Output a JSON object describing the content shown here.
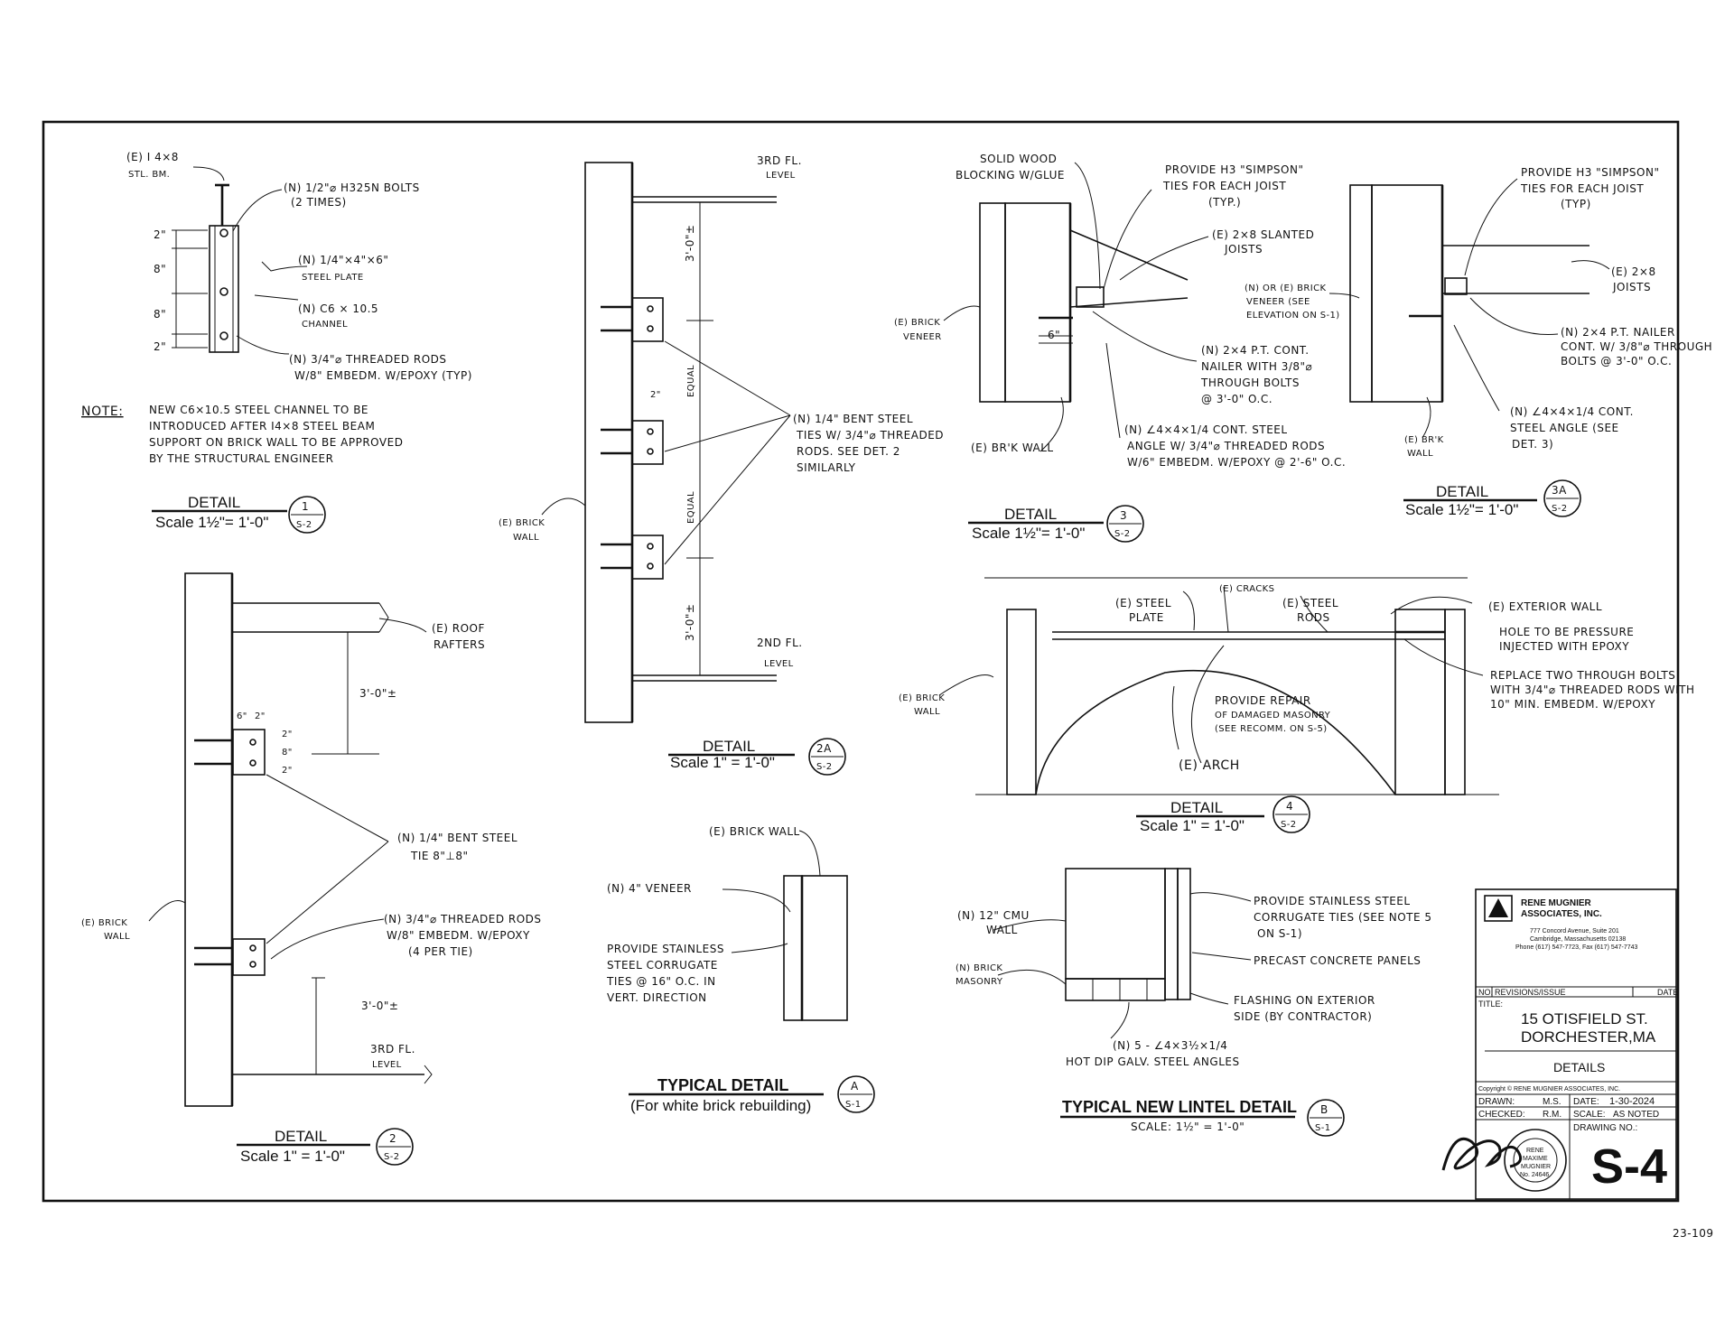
{
  "details": {
    "d1": {
      "callout_i4x8": "(E) I 4×8",
      "callout_i4x8_b": "STL. BM.",
      "callout_bolts": "(N) 1/2\"⌀ H325N BOLTS",
      "callout_bolts_b": "(2 TIMES)",
      "callout_plate": "(N) 1/4\"×4\"×6\"",
      "callout_plate_b": "STEEL PLATE",
      "callout_channel": "(N) C6 × 10.5",
      "callout_channel_b": "CHANNEL",
      "callout_rods": "(N) 3/4\"⌀ THREADED RODS",
      "callout_rods_b": "W/8\" EMBEDM. W/EPOXY (TYP)",
      "dim_a": "2\"",
      "dim_b": "8\"",
      "dim_c": "8\"",
      "dim_d": "2\"",
      "note_label": "NOTE:",
      "note_1": "NEW C6×10.5 STEEL CHANNEL TO BE",
      "note_2": "INTRODUCED AFTER I4×8 STEEL BEAM",
      "note_3": "SUPPORT ON BRICK WALL TO BE APPROVED",
      "note_4": "BY THE STRUCTURAL ENGINEER",
      "title": "DETAIL",
      "scale": "Scale 1½\"= 1'-0\"",
      "num": "1",
      "sheet": "S-2"
    },
    "d2": {
      "roof": "(E) ROOF",
      "roof_b": "RAFTERS",
      "dim_top": "3'-0\"±",
      "dim_62_a": "6\"",
      "dim_62_b": "2\"",
      "dim_r1": "2\"",
      "dim_r2": "8\"",
      "dim_r3": "2\"",
      "tie": "(N) 1/4\" BENT STEEL",
      "tie_b": "TIE 8\"⊥8\"",
      "rods": "(N) 3/4\"⌀ THREADED RODS",
      "rods_b": "W/8\" EMBEDM. W/EPOXY",
      "rods_c": "(4 PER TIE)",
      "brick": "(E) BRICK",
      "brick_b": "WALL",
      "dim_bot": "3'-0\"±",
      "level": "3RD FL.",
      "level_b": "LEVEL",
      "title": "DETAIL",
      "scale": "Scale 1\" = 1'-0\"",
      "num": "2",
      "sheet": "S-2"
    },
    "d2a": {
      "level_top": "3RD FL.",
      "level_top_b": "LEVEL",
      "dim_top": "3'-0\"±",
      "equal_1": "EQUAL",
      "equal_2": "EQUAL",
      "dim_2": "2\"",
      "dim_bot": "3'-0\"±",
      "ties": "(N) 1/4\" BENT STEEL",
      "ties_b": "TIES W/ 3/4\"⌀ THREADED",
      "ties_c": "RODS. SEE DET. 2",
      "ties_d": "SIMILARLY",
      "brick": "(E) BRICK",
      "brick_b": "WALL",
      "level_bot": "2ND FL.",
      "level_bot_b": "LEVEL",
      "title": "DETAIL",
      "scale": "Scale 1\" = 1'-0\"",
      "num": "2A",
      "sheet": "S-2"
    },
    "d3": {
      "blocking": "SOLID WOOD",
      "blocking_b": "BLOCKING W/GLUE",
      "ties": "PROVIDE H3 \"SIMPSON\"",
      "ties_b": "TIES FOR EACH JOIST",
      "ties_c": "(TYP.)",
      "joists": "(E) 2×8 SLANTED",
      "joists_b": "JOISTS",
      "veneer": "(E) BRICK",
      "veneer_b": "VENEER",
      "dim_6": "6\"",
      "nailer": "(N) 2×4 P.T. CONT.",
      "nailer_b": "NAILER WITH 3/8\"⌀",
      "nailer_c": "THROUGH BOLTS",
      "nailer_d": "@ 3'-0\" O.C.",
      "angle": "(N) ∠4×4×1/4 CONT. STEEL",
      "angle_b": "ANGLE W/ 3/4\"⌀ THREADED RODS",
      "angle_c": "W/6\" EMBEDM. W/EPOXY @ 2'-6\" O.C.",
      "wall": "(E) BR'K WALL",
      "title": "DETAIL",
      "scale": "Scale 1½\"= 1'-0\"",
      "num": "3",
      "sheet": "S-2"
    },
    "d3a": {
      "ties": "PROVIDE H3 \"SIMPSON\"",
      "ties_b": "TIES FOR EACH JOIST",
      "ties_c": "(TYP)",
      "joists": "(E) 2×8",
      "joists_b": "JOISTS",
      "veneer": "(N) OR (E) BRICK",
      "veneer_b": "VENEER (SEE",
      "veneer_c": "ELEVATION ON S-1)",
      "nailer": "(N) 2×4 P.T. NAILER",
      "nailer_b": "CONT. W/ 3/8\"⌀ THROUGH",
      "nailer_c": "BOLTS @ 3'-0\" O.C.",
      "wall": "(E) BR'K",
      "wall_b": "WALL",
      "angle": "(N) ∠4×4×1/4 CONT.",
      "angle_b": "STEEL ANGLE (SEE",
      "angle_c": "DET. 3)",
      "title": "DETAIL",
      "scale": "Scale 1½\"= 1'-0\"",
      "num": "3A",
      "sheet": "S-2"
    },
    "d4": {
      "plate": "(E) STEEL",
      "plate_b": "PLATE",
      "cracks": "(E) CRACKS",
      "rods": "(E) STEEL",
      "rods_b": "RODS",
      "ext_wall": "(E) EXTERIOR WALL",
      "hole": "HOLE TO BE PRESSURE",
      "hole_b": "INJECTED WITH EPOXY",
      "replace": "REPLACE TWO THROUGH BOLTS",
      "replace_b": "WITH 3/4\"⌀ THREADED RODS WITH",
      "replace_c": "10\" MIN. EMBEDM. W/EPOXY",
      "brick": "(E) BRICK",
      "brick_b": "WALL",
      "repair": "PROVIDE REPAIR",
      "repair_b": "OF DAMAGED MASONRY",
      "repair_c": "(SEE RECOMM. ON S-5)",
      "arch": "(E) ARCH",
      "title": "DETAIL",
      "scale": "Scale 1\" = 1'-0\"",
      "num": "4",
      "sheet": "S-2"
    },
    "dA": {
      "brick": "(E) BRICK WALL",
      "veneer": "(N) 4\" VENEER",
      "ties": "PROVIDE STAINLESS",
      "ties_b": "STEEL CORRUGATE",
      "ties_c": "TIES @ 16\" O.C. IN",
      "ties_d": "VERT. DIRECTION",
      "title": "TYPICAL  DETAIL",
      "subtitle": "(For white brick rebuilding)",
      "num": "A",
      "sheet": "S-1"
    },
    "dB": {
      "cmu": "(N) 12\" CMU",
      "cmu_b": "WALL",
      "masonry": "(N) BRICK",
      "masonry_b": "MASONRY",
      "ties": "PROVIDE STAINLESS STEEL",
      "ties_b": "CORRUGATE TIES (SEE NOTE 5",
      "ties_c": "ON S-1)",
      "precast": "PRECAST CONCRETE PANELS",
      "flashing": "FLASHING ON EXTERIOR",
      "flashing_b": "SIDE (BY CONTRACTOR)",
      "angles": "(N) 5 - ∠4×3½×1/4",
      "angles_b": "HOT DIP GALV. STEEL ANGLES",
      "title": "TYPICAL NEW LINTEL DETAIL",
      "scale": "SCALE: 1½\" = 1'-0\"",
      "num": "B",
      "sheet": "S-1"
    }
  },
  "title_block": {
    "firm": "RENE MUGNIER",
    "firm_b": "ASSOCIATES, INC.",
    "addr_1": "777 Concord Avenue, Suite 201",
    "addr_2": "Cambridge, Massachusetts 02138",
    "addr_3": "Phone (617) 547-7723, Fax (617) 547-7743",
    "col_no": "NO.",
    "col_rev": "REVISIONS/ISSUE",
    "col_date": "DATE",
    "title_label": "TITLE:",
    "project_1": "15 OTISFIELD ST.",
    "project_2": "DORCHESTER,MA",
    "sheet_name": "DETAILS",
    "copyright": "Copyright © RENE MUGNIER ASSOCIATES, INC.",
    "drawn_label": "DRAWN:",
    "drawn_val": "M.S.",
    "date_label": "DATE:",
    "date_val": "1-30-2024",
    "checked_label": "CHECKED:",
    "checked_val": "R.M.",
    "scale_label": "SCALE:",
    "scale_val": "AS NOTED",
    "drawing_label": "DRAWING  NO.:",
    "drawing_no": "S-4",
    "seal_1": "RENE",
    "seal_2": "MAXIME",
    "seal_3": "MUGNIER",
    "seal_4": "No. 24646"
  },
  "project_no": "23-109"
}
